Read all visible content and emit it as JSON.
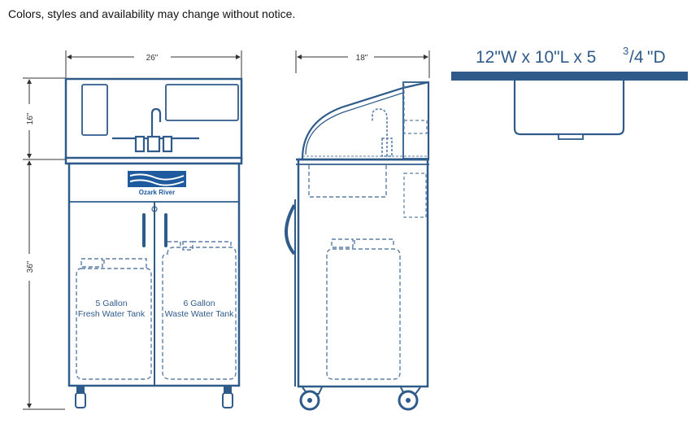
{
  "notice": "Colors, styles and availability may change without notice.",
  "dimensions": {
    "front_width": "26\"",
    "side_width": "18\"",
    "top_height": "16\"",
    "bottom_height": "36\""
  },
  "brand": "Ozark River",
  "tanks": {
    "fresh_line1": "5 Gallon",
    "fresh_line2": "Fresh Water Tank",
    "waste_line1": "6 Gallon",
    "waste_line2": "Waste Water Tank"
  },
  "sink_size": {
    "main": "12\"W x 10\"L x 5",
    "fraction_num": "3",
    "fraction_den": "/4",
    "suffix": "\"D"
  },
  "colors": {
    "line": "#2f5b8a",
    "dash": "#5a7fa8",
    "brand": "#1e5a9e"
  }
}
